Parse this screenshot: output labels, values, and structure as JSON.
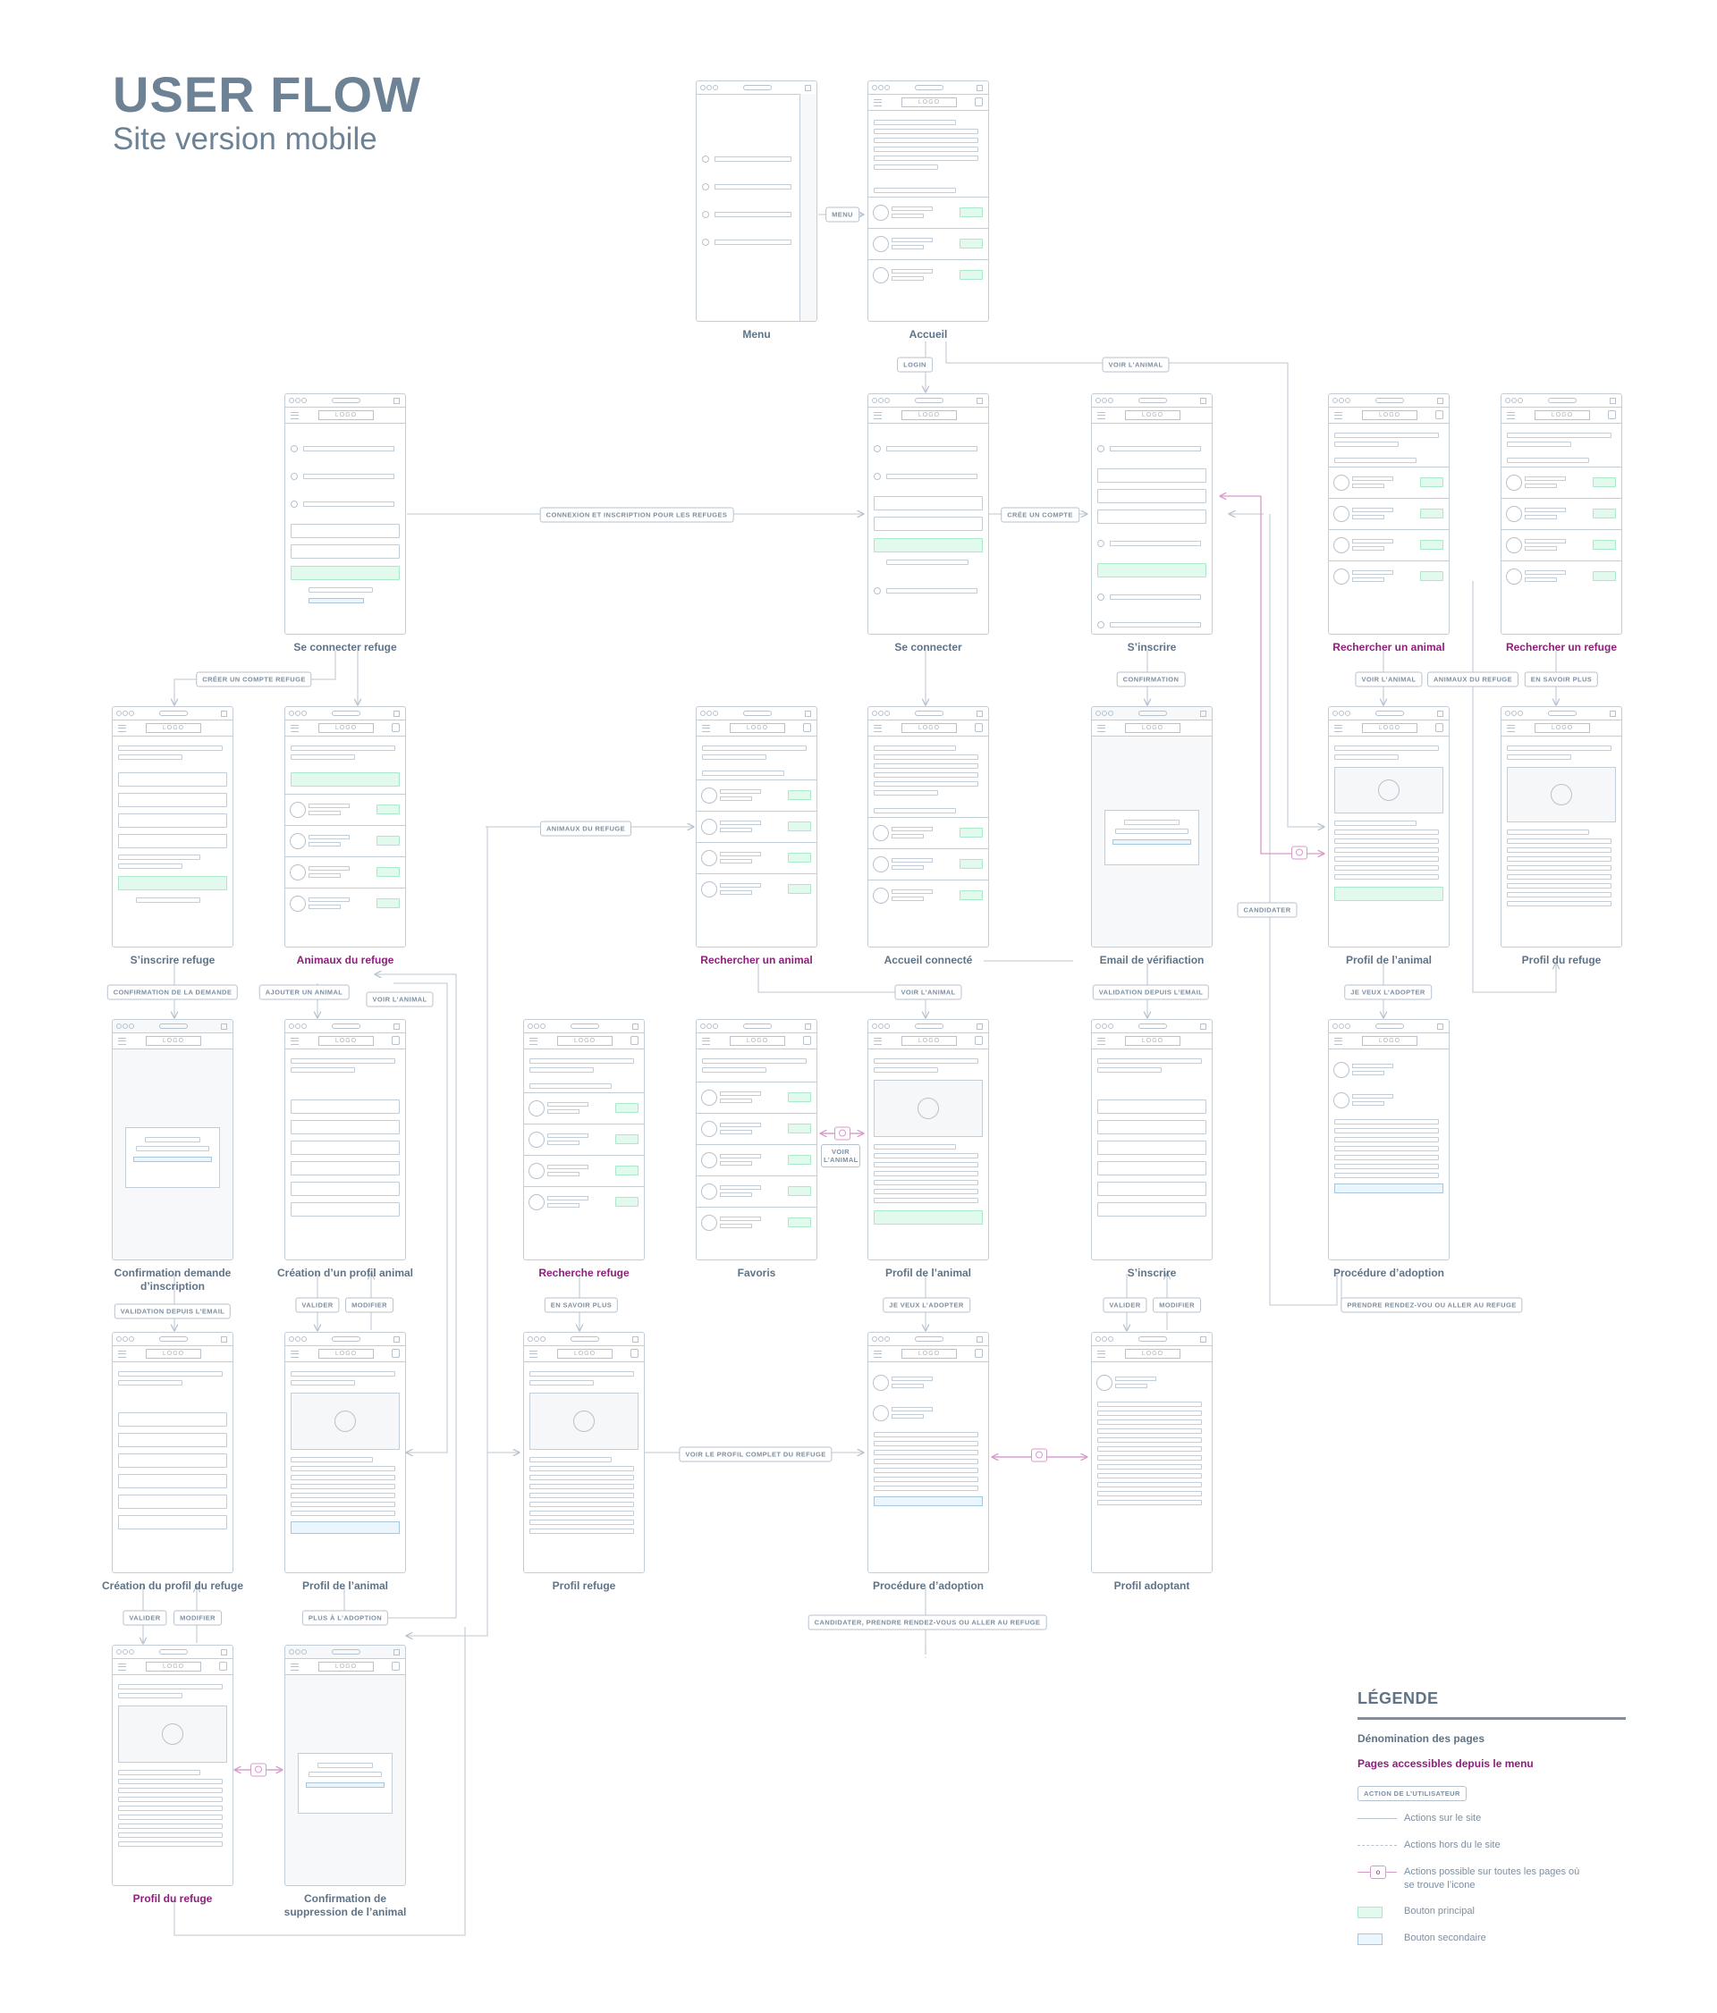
{
  "title": "USER FLOW",
  "subtitle": "Site version mobile",
  "logo_text": "LOGO",
  "colors": {
    "wire": "#c3cdd7",
    "title": "#6d8295",
    "menu_page": "#8e1f7b",
    "primary_button": "#e2faee",
    "secondary_button": "#eaf5fd",
    "connector_pink": "#d79ac9"
  },
  "pages": [
    {
      "id": "menu",
      "label": "Menu",
      "menu": false
    },
    {
      "id": "accueil",
      "label": "Accueil",
      "menu": false
    },
    {
      "id": "se-connecter-refuge",
      "label": "Se connecter refuge",
      "menu": false
    },
    {
      "id": "se-connecter",
      "label": "Se connecter",
      "menu": false
    },
    {
      "id": "s-inscrire",
      "label": "S’inscrire",
      "menu": false
    },
    {
      "id": "rechercher-un-animal-1",
      "label": "Rechercher un animal",
      "menu": true
    },
    {
      "id": "rechercher-un-refuge",
      "label": "Rechercher un refuge",
      "menu": true
    },
    {
      "id": "s-inscrire-refuge",
      "label": "S’inscrire refuge",
      "menu": false
    },
    {
      "id": "animaux-du-refuge",
      "label": "Animaux du refuge",
      "menu": true
    },
    {
      "id": "rechercher-un-animal-2",
      "label": "Rechercher un animal",
      "menu": true
    },
    {
      "id": "accueil-connecte",
      "label": "Accueil connecté",
      "menu": false
    },
    {
      "id": "email-de-verification",
      "label": "Email de vérifiaction",
      "menu": false
    },
    {
      "id": "profil-de-l-animal-1",
      "label": "Profil de l’animal",
      "menu": false
    },
    {
      "id": "profil-du-refuge-1",
      "label": "Profil du refuge",
      "menu": false
    },
    {
      "id": "confirmation-demande-inscription",
      "label": "Confirmation demande d’inscription",
      "menu": false
    },
    {
      "id": "creation-profil-animal",
      "label": "Création d’un profil animal",
      "menu": false
    },
    {
      "id": "recherche-refuge",
      "label": "Recherche refuge",
      "menu": true
    },
    {
      "id": "favoris",
      "label": "Favoris",
      "menu": false
    },
    {
      "id": "profil-de-l-animal-2",
      "label": "Profil de l’animal",
      "menu": false
    },
    {
      "id": "s-inscrire-2",
      "label": "S’inscrire",
      "menu": false
    },
    {
      "id": "procedure-adoption-1",
      "label": "Procédure d’adoption",
      "menu": false
    },
    {
      "id": "creation-profil-refuge",
      "label": "Création du profil du refuge",
      "menu": false
    },
    {
      "id": "profil-de-l-animal-3",
      "label": "Profil de l’animal",
      "menu": false
    },
    {
      "id": "profil-refuge",
      "label": "Profil refuge",
      "menu": false
    },
    {
      "id": "procedure-adoption-2",
      "label": "Procédure d’adoption",
      "menu": false
    },
    {
      "id": "profil-adoptant",
      "label": "Profil adoptant",
      "menu": false
    },
    {
      "id": "profil-du-refuge-2",
      "label": "Profil du refuge",
      "menu": true
    },
    {
      "id": "confirmation-suppression",
      "label": "Confirmation de suppression de l’animal",
      "menu": false
    }
  ],
  "actions": [
    {
      "id": "menu",
      "text": "MENU"
    },
    {
      "id": "login",
      "text": "LOGIN"
    },
    {
      "id": "voir-animal-top",
      "text": "VOIR L’ANIMAL"
    },
    {
      "id": "connexion-refuges",
      "text": "CONNEXION ET INSCRIPTION POUR LES REFUGES"
    },
    {
      "id": "cree-compte",
      "text": "CRÉE UN COMPTE"
    },
    {
      "id": "creer-compte-refuge",
      "text": "CRÉER UN COMPTE REFUGE"
    },
    {
      "id": "confirmation",
      "text": "CONFIRMATION"
    },
    {
      "id": "voir-animal-r",
      "text": "VOIR L’ANIMAL"
    },
    {
      "id": "animaux-refuge-r",
      "text": "ANIMAUX DU REFUGE"
    },
    {
      "id": "en-savoir-plus-r",
      "text": "EN SAVOIR PLUS"
    },
    {
      "id": "animaux-refuge-m",
      "text": "ANIMAUX DU REFUGE"
    },
    {
      "id": "candidater",
      "text": "CANDIDATER"
    },
    {
      "id": "confirmation-demande",
      "text": "CONFIRMATION DE LA DEMANDE"
    },
    {
      "id": "ajouter-animal",
      "text": "AJOUTER UN ANIMAL"
    },
    {
      "id": "voir-animal-l",
      "text": "VOIR L’ANIMAL"
    },
    {
      "id": "voir-animal-m",
      "text": "VOIR L’ANIMAL"
    },
    {
      "id": "validation-email-m",
      "text": "VALIDATION DEPUIS L’EMAIL"
    },
    {
      "id": "je-veux-adopter-r",
      "text": "JE VEUX L’ADOPTER"
    },
    {
      "id": "voir-animal-fav",
      "text": "VOIR L’ANIMAL"
    },
    {
      "id": "validation-email-l",
      "text": "VALIDATION DEPUIS L’EMAIL"
    },
    {
      "id": "valider-1",
      "text": "VALIDER"
    },
    {
      "id": "modifier-1",
      "text": "MODIFIER"
    },
    {
      "id": "en-savoir-plus-m",
      "text": "EN SAVOIR PLUS"
    },
    {
      "id": "je-veux-adopter-m",
      "text": "JE VEUX L’ADOPTER"
    },
    {
      "id": "valider-2",
      "text": "VALIDER"
    },
    {
      "id": "modifier-2",
      "text": "MODIFIER"
    },
    {
      "id": "prendre-rdv",
      "text": "PRENDRE RENDEZ-VOU OU ALLER AU REFUGE"
    },
    {
      "id": "voir-profil-complet",
      "text": "VOIR LE PROFIL COMPLET DU REFUGE"
    },
    {
      "id": "valider-3",
      "text": "VALIDER"
    },
    {
      "id": "modifier-3",
      "text": "MODIFIER"
    },
    {
      "id": "plus-adoption",
      "text": "PLUS À L’ADOPTION"
    },
    {
      "id": "candidater-prendre-rdv",
      "text": "CANDIDATER, PRENDRE RENDEZ-VOUS OU ALLER AU REFUGE"
    }
  ],
  "legend": {
    "title": "LÉGENDE",
    "page_name": "Dénomination des pages",
    "menu_pages": "Pages accessibles depuis le menu",
    "user_action": "ACTION DE L’UTILISATEUR",
    "on_site": "Actions sur le site",
    "off_site": "Actions hors du le site",
    "everywhere": "Actions possible sur toutes les pages où se trouve l’icone",
    "primary": "Bouton principal",
    "secondary": "Bouton secondaire"
  }
}
